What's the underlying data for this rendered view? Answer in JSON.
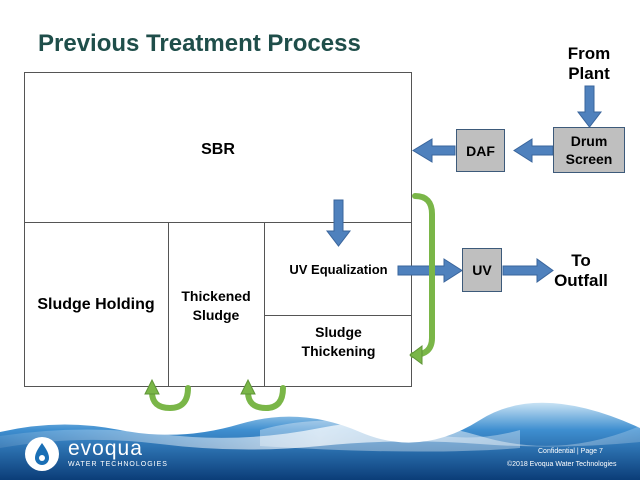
{
  "title": "Previous Treatment Process",
  "areas": {
    "sbr": "SBR",
    "uv_equalization": "UV Equalization",
    "sludge_holding": "Sludge Holding",
    "thickened_sludge": [
      "Thickened",
      "Sludge"
    ],
    "sludge_thickening": [
      "Sludge",
      "Thickening"
    ]
  },
  "process": {
    "from_plant": [
      "From",
      "Plant"
    ],
    "drum_screen": [
      "Drum",
      "Screen"
    ],
    "daf": "DAF",
    "uv": "UV",
    "to_outfall": [
      "To",
      "Outfall"
    ]
  },
  "footer": {
    "brand": "evoqua",
    "brand_sub": "WATER TECHNOLOGIES",
    "confidential": "Confidential  |  Page 7",
    "copyright": "©2018 Evoqua Water Technologies"
  },
  "colors": {
    "title": "#1f4e4a",
    "arrow_blue": "#4f81bd",
    "arrow_green": "#7ab648",
    "box_fill": "#bfbfbf"
  }
}
